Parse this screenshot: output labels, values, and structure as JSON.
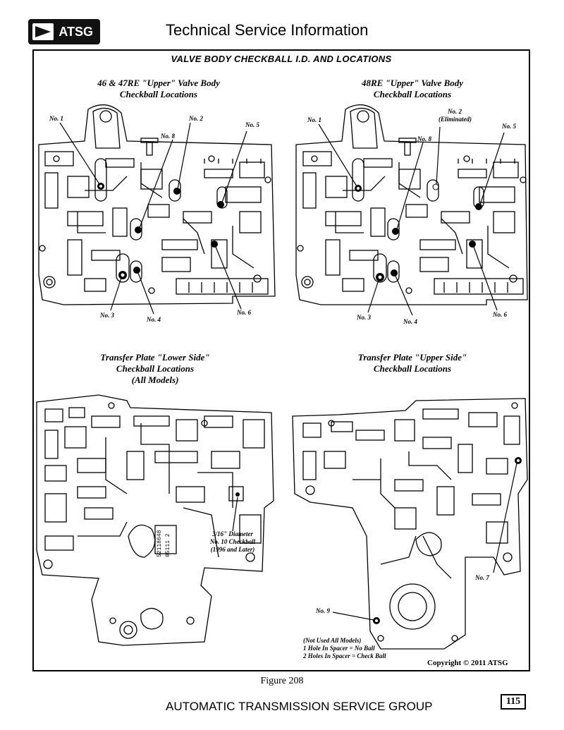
{
  "header": {
    "logo": "ATSG",
    "title": "Technical Service Information"
  },
  "frame_title": "VALVE BODY CHECKBALL I.D. AND LOCATIONS",
  "panels": {
    "upper_left": {
      "caption1": "46 & 47RE \"Upper\" Valve Body",
      "caption2": "Checkball Locations",
      "labels": {
        "no1": "No. 1",
        "no2": "No. 2",
        "no3": "No. 3",
        "no4": "No. 4",
        "no5": "No. 5",
        "no6": "No. 6",
        "no8": "No. 8"
      }
    },
    "upper_right": {
      "caption1": "48RE \"Upper\" Valve Body",
      "caption2": "Checkball Locations",
      "labels": {
        "no1": "No. 1",
        "no2": "No. 2",
        "no2_note": "(Eliminated)",
        "no3": "No. 3",
        "no4": "No. 4",
        "no5": "No. 5",
        "no6": "No. 6",
        "no8": "No. 8"
      }
    },
    "lower_left": {
      "caption1": "Transfer Plate \"Lower Side\"",
      "caption2": "Checkball Locations",
      "caption3": "(All Models)",
      "note1": "3/16\" Diameter",
      "note2": "No. 10 Checkball",
      "note3": "(1996 and Later)",
      "stamp1": "52118648",
      "stamp2": "05111  2"
    },
    "lower_right": {
      "caption1": "Transfer Plate \"Upper Side\"",
      "caption2": "Checkball Locations",
      "labels": {
        "no7": "No. 7",
        "no9": "No. 9"
      },
      "note1": "(Not Used All Models)",
      "note2": "1 Hole In Spacer = No Ball",
      "note3": "2 Holes In Spacer = Check Ball"
    }
  },
  "copyright": "Copyright © 2011 ATSG",
  "figure": "Figure 208",
  "footer": "AUTOMATIC TRANSMISSION SERVICE GROUP",
  "page_number": "115"
}
